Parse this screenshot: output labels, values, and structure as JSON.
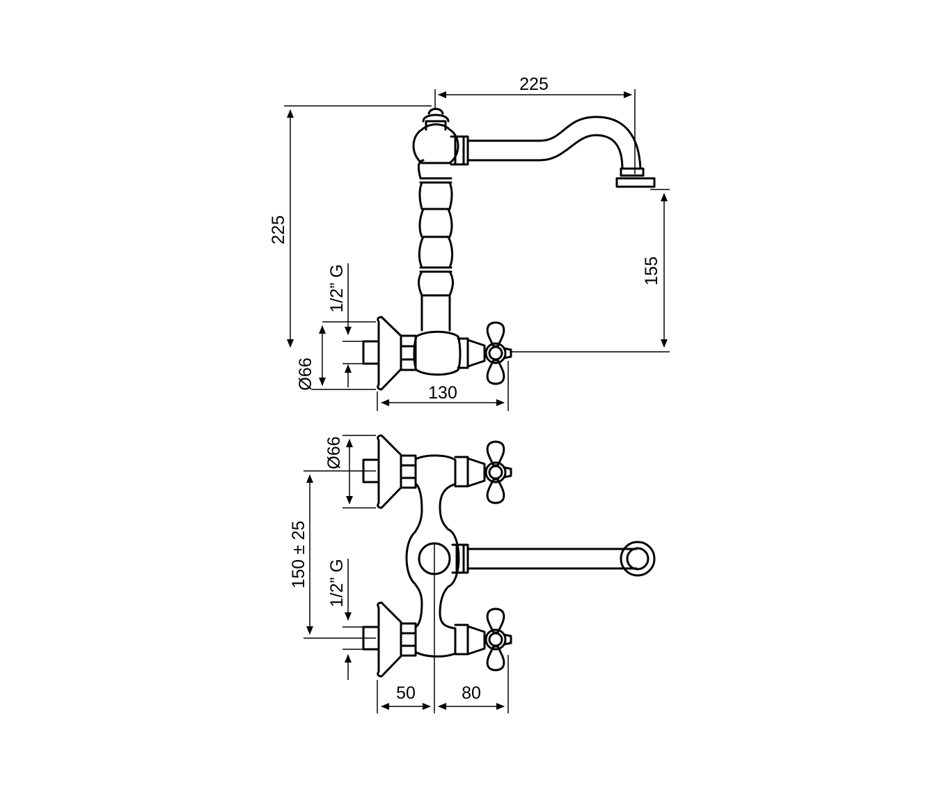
{
  "dimensions": {
    "spout_reach": "225",
    "total_height": "225",
    "spout_clearance": "155",
    "thread_side_top": "1/2” G",
    "flange_side": "Ø66",
    "depth": "130",
    "flange_front": "Ø66",
    "center_distance": "150 ± 25",
    "thread_front_bottom": "1/2” G",
    "offset_left": "50",
    "offset_right": "80"
  }
}
